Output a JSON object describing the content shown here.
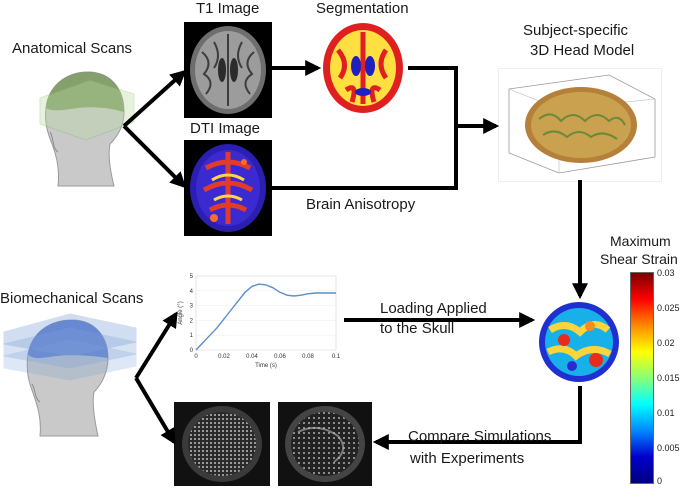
{
  "labels": {
    "anatomical": "Anatomical Scans",
    "t1": "T1 Image",
    "segmentation": "Segmentation",
    "model_line1": "Subject-specific",
    "model_line2": "3D Head Model",
    "dti": "DTI Image",
    "anisotropy": "Brain Anisotropy",
    "biomech": "Biomechanical Scans",
    "loading_line1": "Loading Applied",
    "loading_line2": "to the Skull",
    "compare_line1": "Compare Simulations",
    "compare_line2": "with Experiments",
    "strain_line1": "Maximum",
    "strain_line2": "Shear Strain"
  },
  "colorbar": {
    "ticks": [
      "0.03",
      "0.025",
      "0.02",
      "0.015",
      "0.01",
      "0.005",
      "0"
    ],
    "colors": [
      "#7a0000",
      "#ff0000",
      "#ff8800",
      "#ffff00",
      "#88ff77",
      "#00ffff",
      "#0088ff",
      "#0000cc",
      "#000080"
    ]
  },
  "chart_data": {
    "type": "line",
    "title": "",
    "xlabel": "Time (s)",
    "ylabel": "Angle (°)",
    "xlim": [
      0,
      0.1
    ],
    "ylim": [
      0,
      5
    ],
    "xticks": [
      "0",
      "0.02",
      "0.04",
      "0.06",
      "0.08",
      "0.1"
    ],
    "yticks": [
      "0",
      "1",
      "2",
      "3",
      "4",
      "5"
    ],
    "series": [
      {
        "x": [
          0,
          0.005,
          0.01,
          0.015,
          0.02,
          0.025,
          0.03,
          0.035,
          0.04,
          0.045,
          0.05,
          0.055,
          0.06,
          0.065,
          0.07,
          0.075,
          0.08,
          0.085,
          0.09,
          0.095,
          0.1
        ],
        "values": [
          0,
          0.5,
          1.0,
          1.5,
          2.1,
          2.7,
          3.3,
          3.9,
          4.3,
          4.45,
          4.4,
          4.2,
          3.9,
          3.7,
          3.65,
          3.7,
          3.8,
          3.85,
          3.85,
          3.85,
          3.85
        ]
      }
    ],
    "color": "#5b8fc9"
  }
}
